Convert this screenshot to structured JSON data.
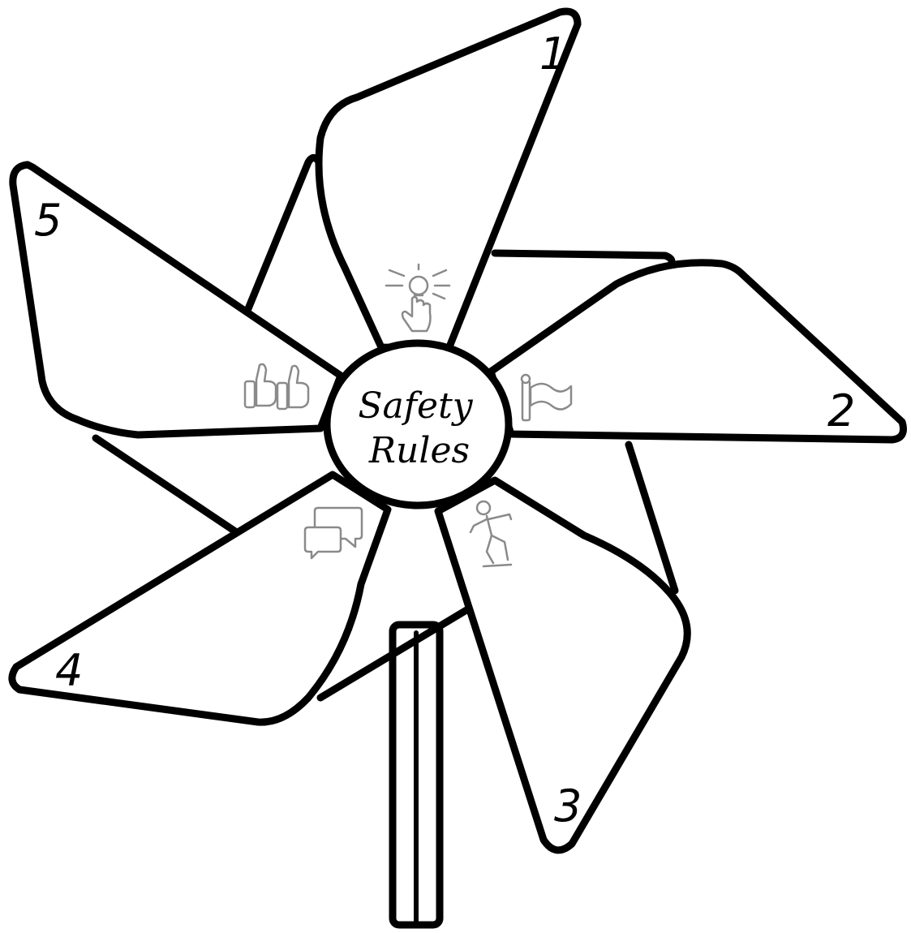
{
  "center": {
    "line1": "Safety",
    "line2": "Rules"
  },
  "blades": [
    {
      "number": "1",
      "icon": "lightbulb-hand-icon"
    },
    {
      "number": "2",
      "icon": "flag-icon"
    },
    {
      "number": "3",
      "icon": "slipping-person-icon"
    },
    {
      "number": "4",
      "icon": "speech-bubbles-icon"
    },
    {
      "number": "5",
      "icon": "thumbs-up-icon"
    }
  ],
  "colors": {
    "stroke": "#000000",
    "icon": "#8a8a8a",
    "fill": "#ffffff"
  }
}
